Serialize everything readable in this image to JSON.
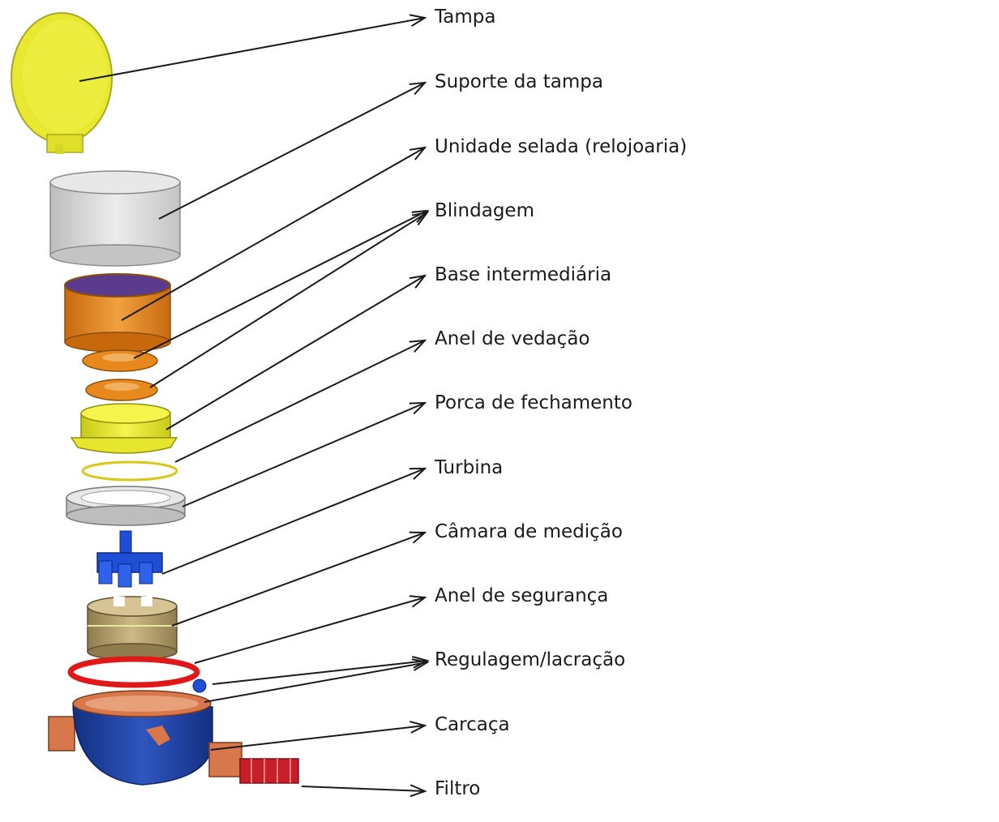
{
  "labels": {
    "tampa": "Tampa",
    "suporte": "Suporte da tampa",
    "unidade": "Unidade selada (relojoaria)",
    "blindagem": "Blindagem",
    "base": "Base intermediária",
    "anel_vedacao": "Anel de vedação",
    "porca": "Porca de fechamento",
    "turbina": "Turbina",
    "camara": "Câmara de medição",
    "anel_seguranca": "Anel de segurança",
    "regulagem": "Regulagem/lacração",
    "carcaca": "Carcaça",
    "filtro": "Filtro"
  },
  "colors": {
    "cover_yellow": "#e8e832",
    "support_gray": "#d9d9d9",
    "unit_orange": "#e8891d",
    "unit_purple": "#5b3b8e",
    "base_yellow": "#e6e62e",
    "nut_silver": "#c9c9c9",
    "turbine_blue": "#1f4fd6",
    "chamber_khaki": "#b8a36e",
    "ring_red": "#e01818",
    "body_blue": "#1c3fa8",
    "body_copper": "#d8784a",
    "filter_red": "#c81e2a",
    "arrow": "#1a1a1a"
  }
}
